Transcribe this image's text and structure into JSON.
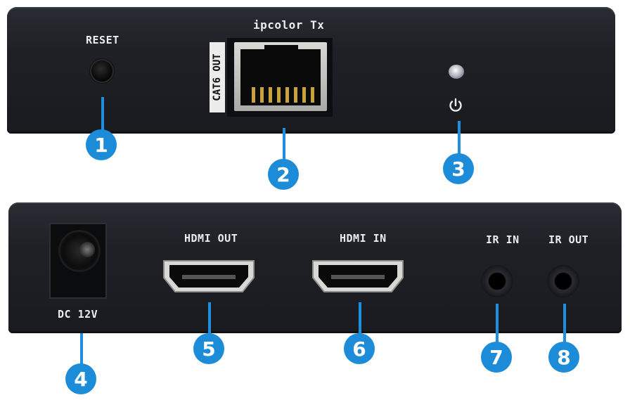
{
  "top_panel": {
    "reset_label": "RESET",
    "brand_label": "ipcolor Tx",
    "cat6_label": "CAT6 OUT"
  },
  "bottom_panel": {
    "dc_label": "DC 12V",
    "hdmi_out_label": "HDMI OUT",
    "hdmi_in_label": "HDMI IN",
    "ir_in_label": "IR IN",
    "ir_out_label": "IR OUT"
  },
  "callouts": [
    "1",
    "2",
    "3",
    "4",
    "5",
    "6",
    "7",
    "8"
  ],
  "colors": {
    "callout": "#1c8cd8",
    "panel": "#1e2026",
    "label": "#ececec"
  },
  "icons": [
    "power-icon"
  ]
}
